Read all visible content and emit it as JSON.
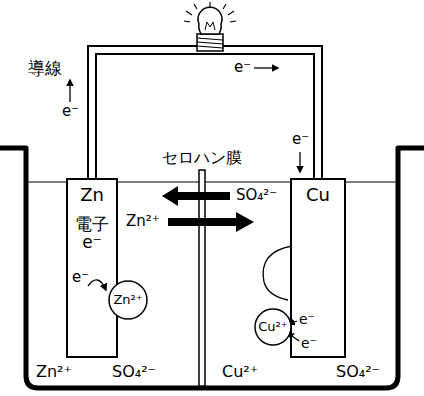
{
  "diagram": {
    "nodes": [
      {
        "text": [
          "Zn",
          "電子 e⁻"
        ]
      },
      {
        "text": [
          "Cu"
        ]
      },
      {
        "text": [
          "Zn²⁺"
        ],
        "in": 0
      },
      {
        "text": [
          "Cu²⁺"
        ],
        "in": 1
      }
    ],
    "edges": [
      {
        "from": 0,
        "to": 1,
        "arrow": "none"
      }
    ],
    "labels": [
      "導線",
      "e⁻",
      "e⁻",
      "e⁻",
      "セロハン膜",
      "SO₄²⁻",
      "Zn²⁺",
      "e⁻",
      "e⁻",
      "e⁻",
      "Zn²⁺",
      "SO₄²⁻",
      "Cu²⁺",
      "SO₄²⁻"
    ]
  }
}
